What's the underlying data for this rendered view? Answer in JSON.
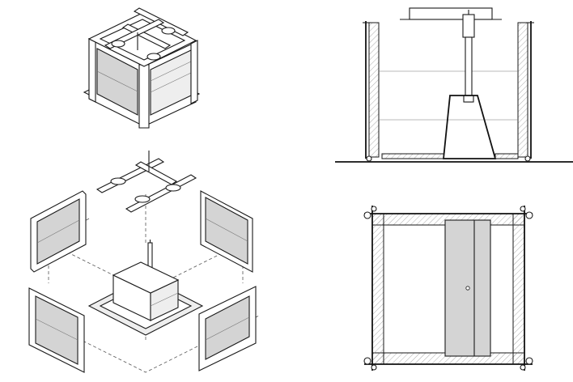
{
  "drawing": {
    "views": [
      {
        "id": "assembled-isometric",
        "description_visible": false
      },
      {
        "id": "exploded-isometric",
        "description_visible": false
      },
      {
        "id": "section-elevation",
        "description_visible": false
      },
      {
        "id": "plan-view",
        "description_visible": false
      }
    ],
    "colors": {
      "line": "#1a1a1a",
      "panel_fill": "#d4d4d4",
      "background": "#ffffff",
      "hidden_line": "#555555"
    }
  }
}
